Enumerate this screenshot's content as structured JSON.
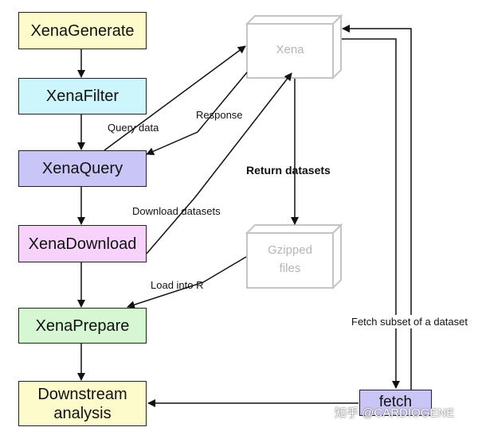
{
  "steps": {
    "generate": "XenaGenerate",
    "filter": "XenaFilter",
    "query": "XenaQuery",
    "download": "XenaDownload",
    "prepare": "XenaPrepare",
    "downstream_line1": "Downstream",
    "downstream_line2": "analysis",
    "fetch": "fetch"
  },
  "stores": {
    "xena": "Xena",
    "gzipped_line1": "Gzipped",
    "gzipped_line2": "files"
  },
  "edge_labels": {
    "query_data": "Query data",
    "response": "Response",
    "return_datasets": "Return datasets",
    "download_datasets": "Download datasets",
    "load_into_r": "Load into R",
    "fetch_subset": "Fetch subset of a dataset"
  },
  "watermark": "知乎 @CARDIOGENE",
  "colors": {
    "generate": "#fdfbcc",
    "filter": "#ccf6fb",
    "query": "#c9c6f7",
    "download": "#f7d3fb",
    "prepare": "#d5f7d2",
    "downstream": "#fdfbcc",
    "fetch": "#c9c6f7",
    "cube_stroke": "#c4c4c4"
  }
}
